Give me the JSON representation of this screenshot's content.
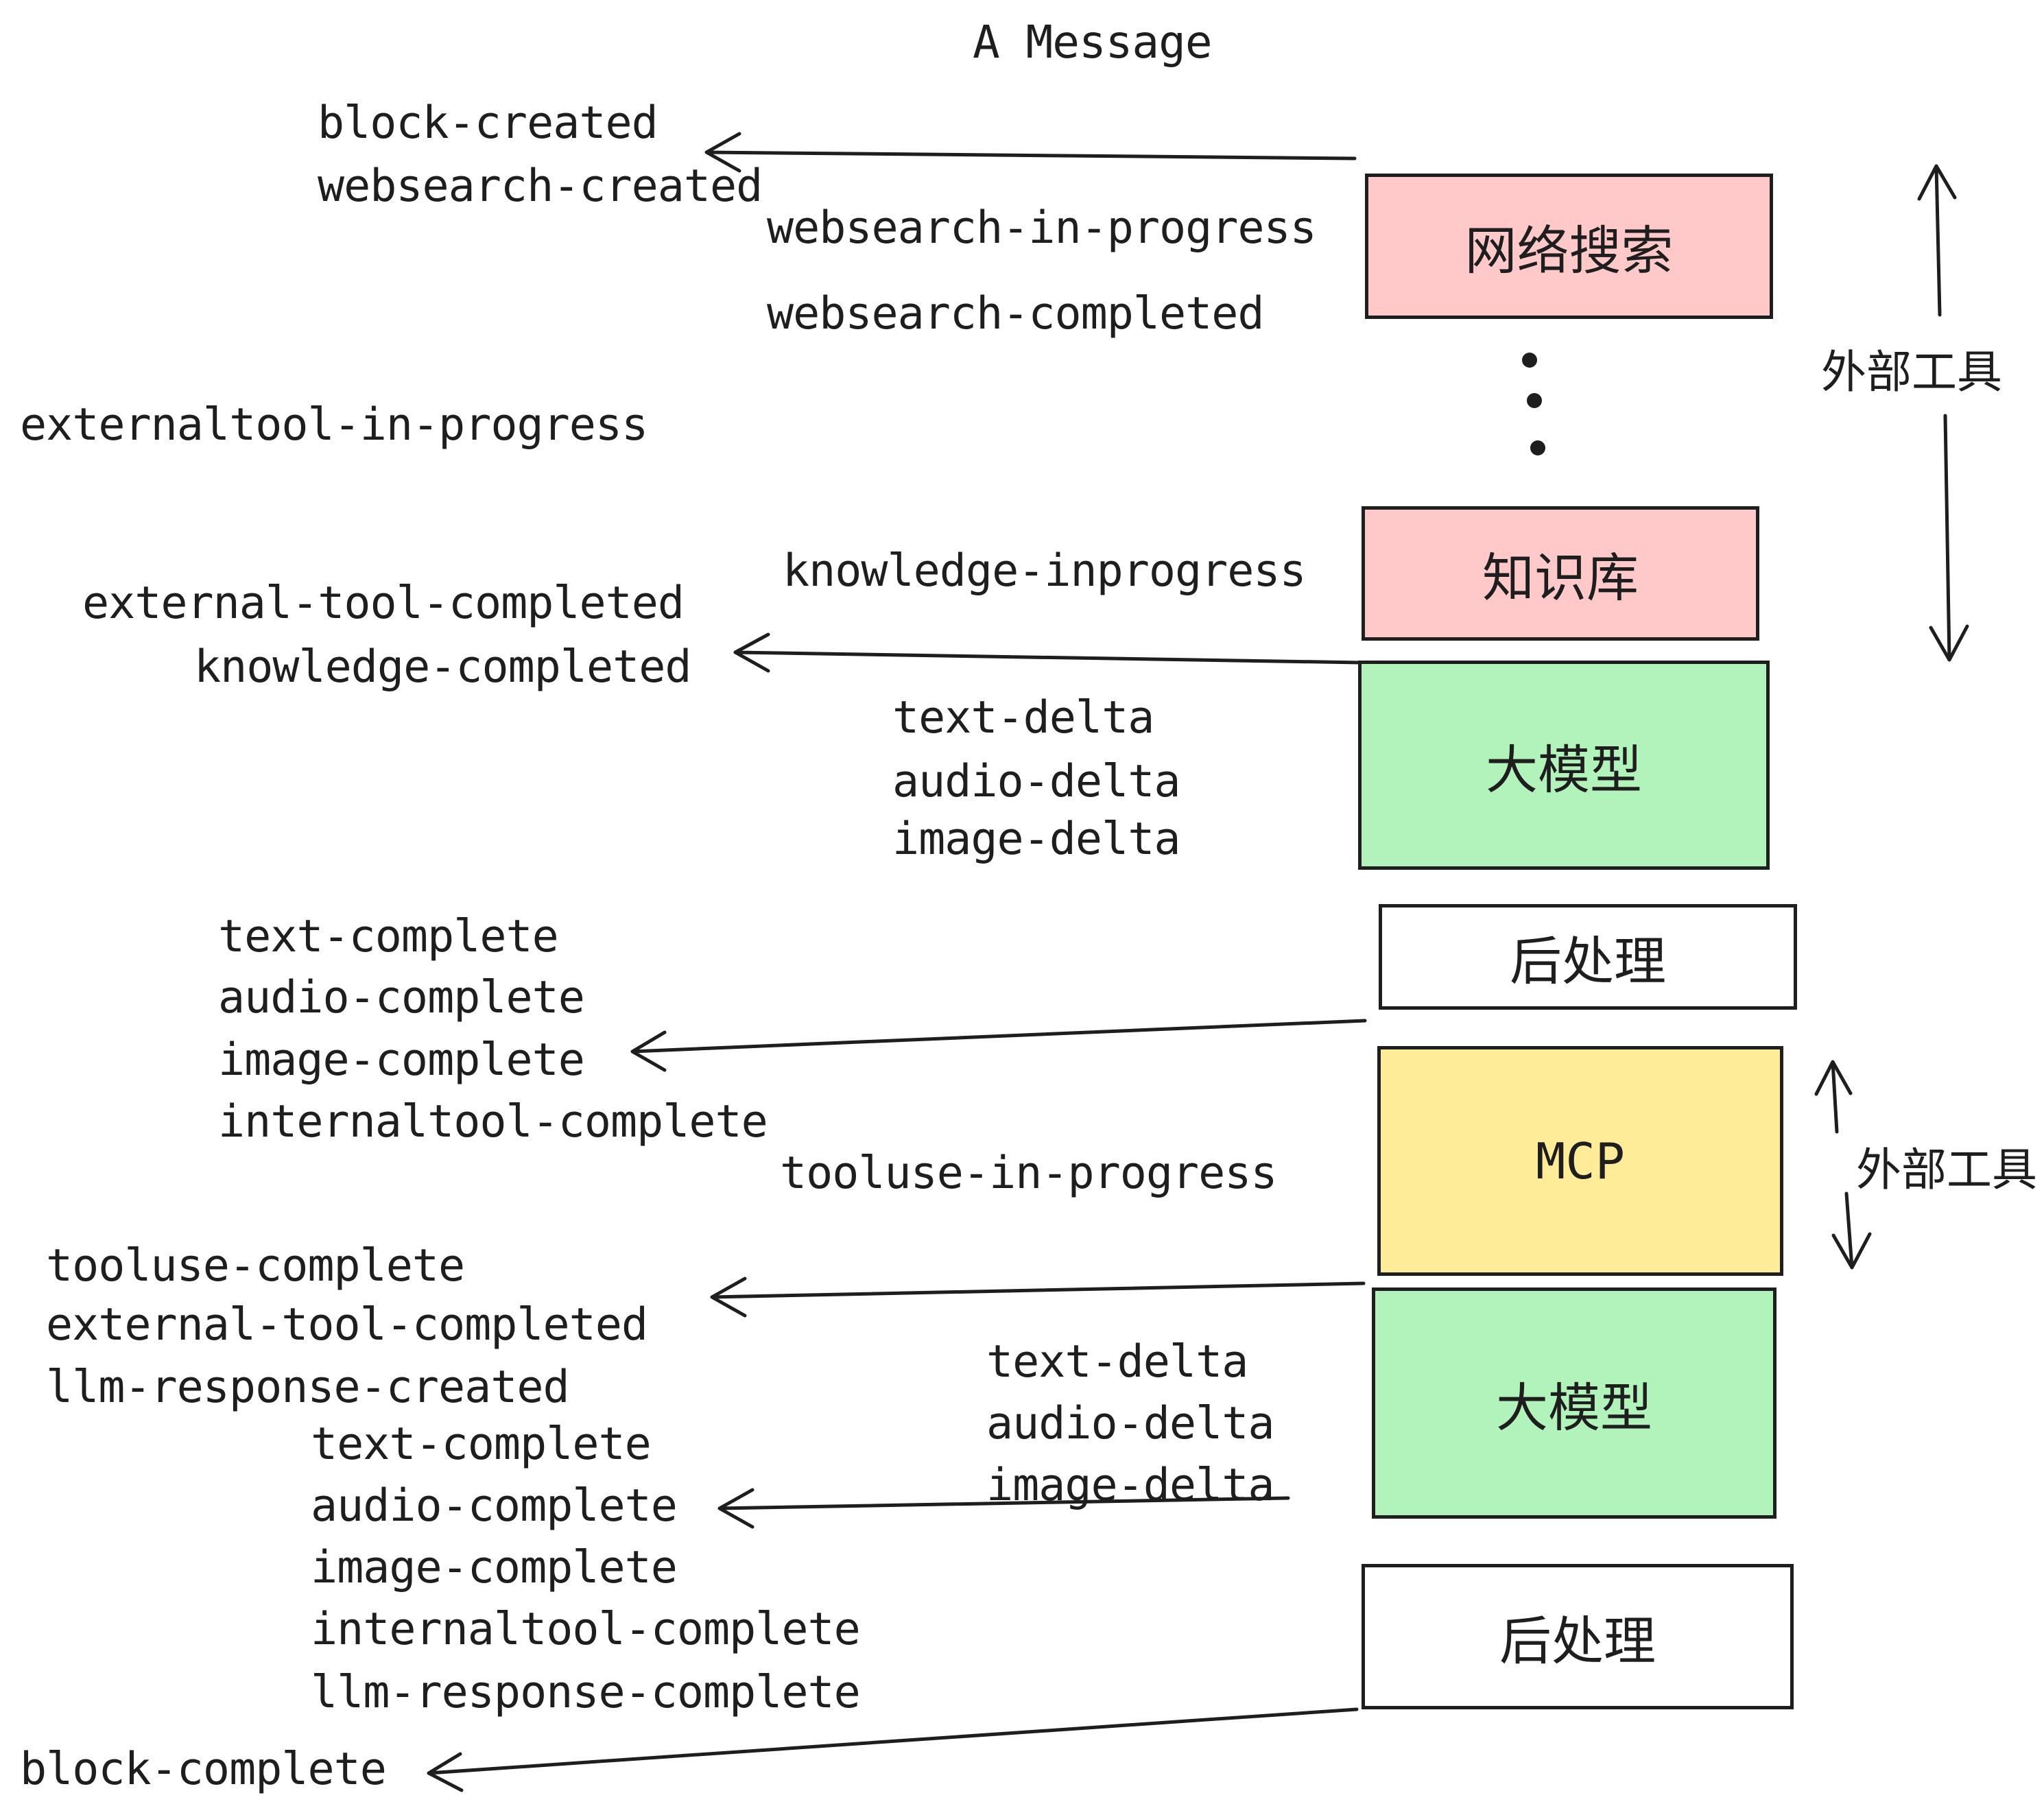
{
  "title": "A Message",
  "events": {
    "block_created": "block-created",
    "websearch_created": "websearch-created",
    "websearch_in_progress": "websearch-in-progress",
    "websearch_completed": "websearch-completed",
    "externaltool_in_progress": "externaltool-in-progress",
    "knowledge_inprogress": "knowledge-inprogress",
    "external_tool_completed_1": "external-tool-completed",
    "knowledge_completed": "knowledge-completed",
    "text_delta_1": "text-delta",
    "audio_delta_1": "audio-delta",
    "image_delta_1": "image-delta",
    "text_complete_1": "text-complete",
    "audio_complete_1": "audio-complete",
    "image_complete_1": "image-complete",
    "internaltool_complete_1": "internaltool-complete",
    "tooluse_in_progress": "tooluse-in-progress",
    "tooluse_complete": "tooluse-complete",
    "external_tool_completed_2": "external-tool-completed",
    "llm_response_created": "llm-response-created",
    "text_complete_2": "text-complete",
    "audio_complete_2": "audio-complete",
    "image_complete_2": "image-complete",
    "internaltool_complete_2": "internaltool-complete",
    "llm_response_complete": "llm-response-complete",
    "block_complete": "block-complete"
  },
  "boxes": {
    "websearch": "网络搜索",
    "knowledge": "知识库",
    "llm_1": "大模型",
    "postprocess_1": "后处理",
    "mcp": "MCP",
    "llm_2": "大模型",
    "postprocess_2": "后处理"
  },
  "annotations": {
    "external_tools_top": "外部工具",
    "external_tools_bottom": "外部工具"
  },
  "colors": {
    "box_pink": "#ffc9c9",
    "box_green": "#b2f2bb",
    "box_yellow": "#ffec99",
    "box_white": "#ffffff",
    "stroke": "#1e1e1e"
  }
}
